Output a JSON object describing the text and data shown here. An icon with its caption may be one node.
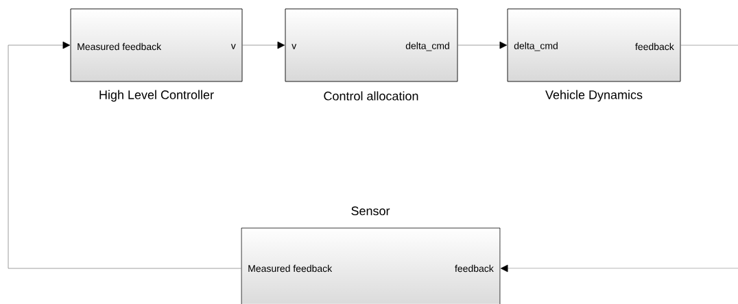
{
  "diagram": {
    "nodes": [
      {
        "text": [
          "Measured feedback",
          "v",
          "High Level Controller"
        ]
      },
      {
        "text": [
          "v",
          "delta_cmd",
          "Control allocation"
        ]
      },
      {
        "text": [
          "delta_cmd",
          "feedback",
          "Vehicle Dynamics"
        ]
      },
      {
        "text": [
          "Sensor",
          "Measured feedback",
          "feedback"
        ]
      }
    ],
    "edges": [
      {
        "from": 0,
        "to": 1,
        "arrow": "to"
      },
      {
        "from": 1,
        "to": 2,
        "arrow": "to"
      },
      {
        "from": 2,
        "to": 3,
        "arrow": "to"
      },
      {
        "from": 3,
        "to": 0,
        "arrow": "to"
      }
    ]
  }
}
